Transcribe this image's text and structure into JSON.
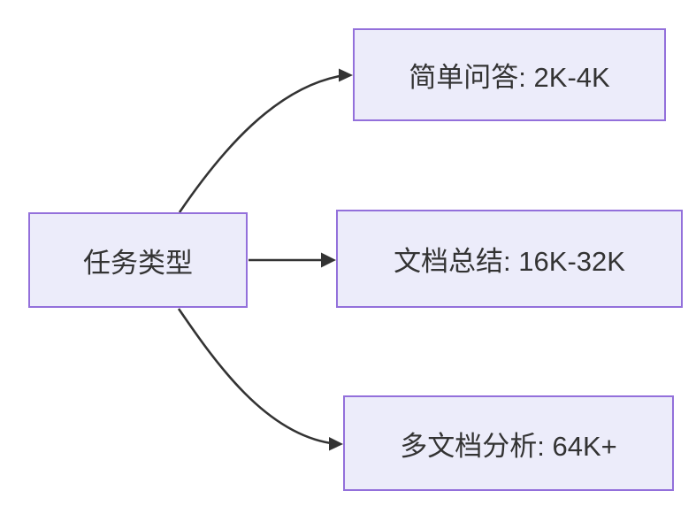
{
  "diagram": {
    "type": "flowchart-LR",
    "root": {
      "id": "root",
      "label": "任务类型"
    },
    "branches": [
      {
        "id": "simple-qa",
        "label": "简单问答: 2K-4K"
      },
      {
        "id": "doc-summary",
        "label": "文档总结: 16K-32K"
      },
      {
        "id": "multi-doc",
        "label": "多文档分析: 64K+"
      }
    ],
    "edges": [
      {
        "from": "任务类型",
        "to": "简单问答: 2K-4K"
      },
      {
        "from": "任务类型",
        "to": "文档总结: 16K-32K"
      },
      {
        "from": "任务类型",
        "to": "多文档分析: 64K+"
      }
    ],
    "colors": {
      "background": "#ffffff",
      "node_fill": "#ececfa",
      "node_border": "#9370db",
      "edge": "#333333",
      "text": "#333333"
    }
  }
}
